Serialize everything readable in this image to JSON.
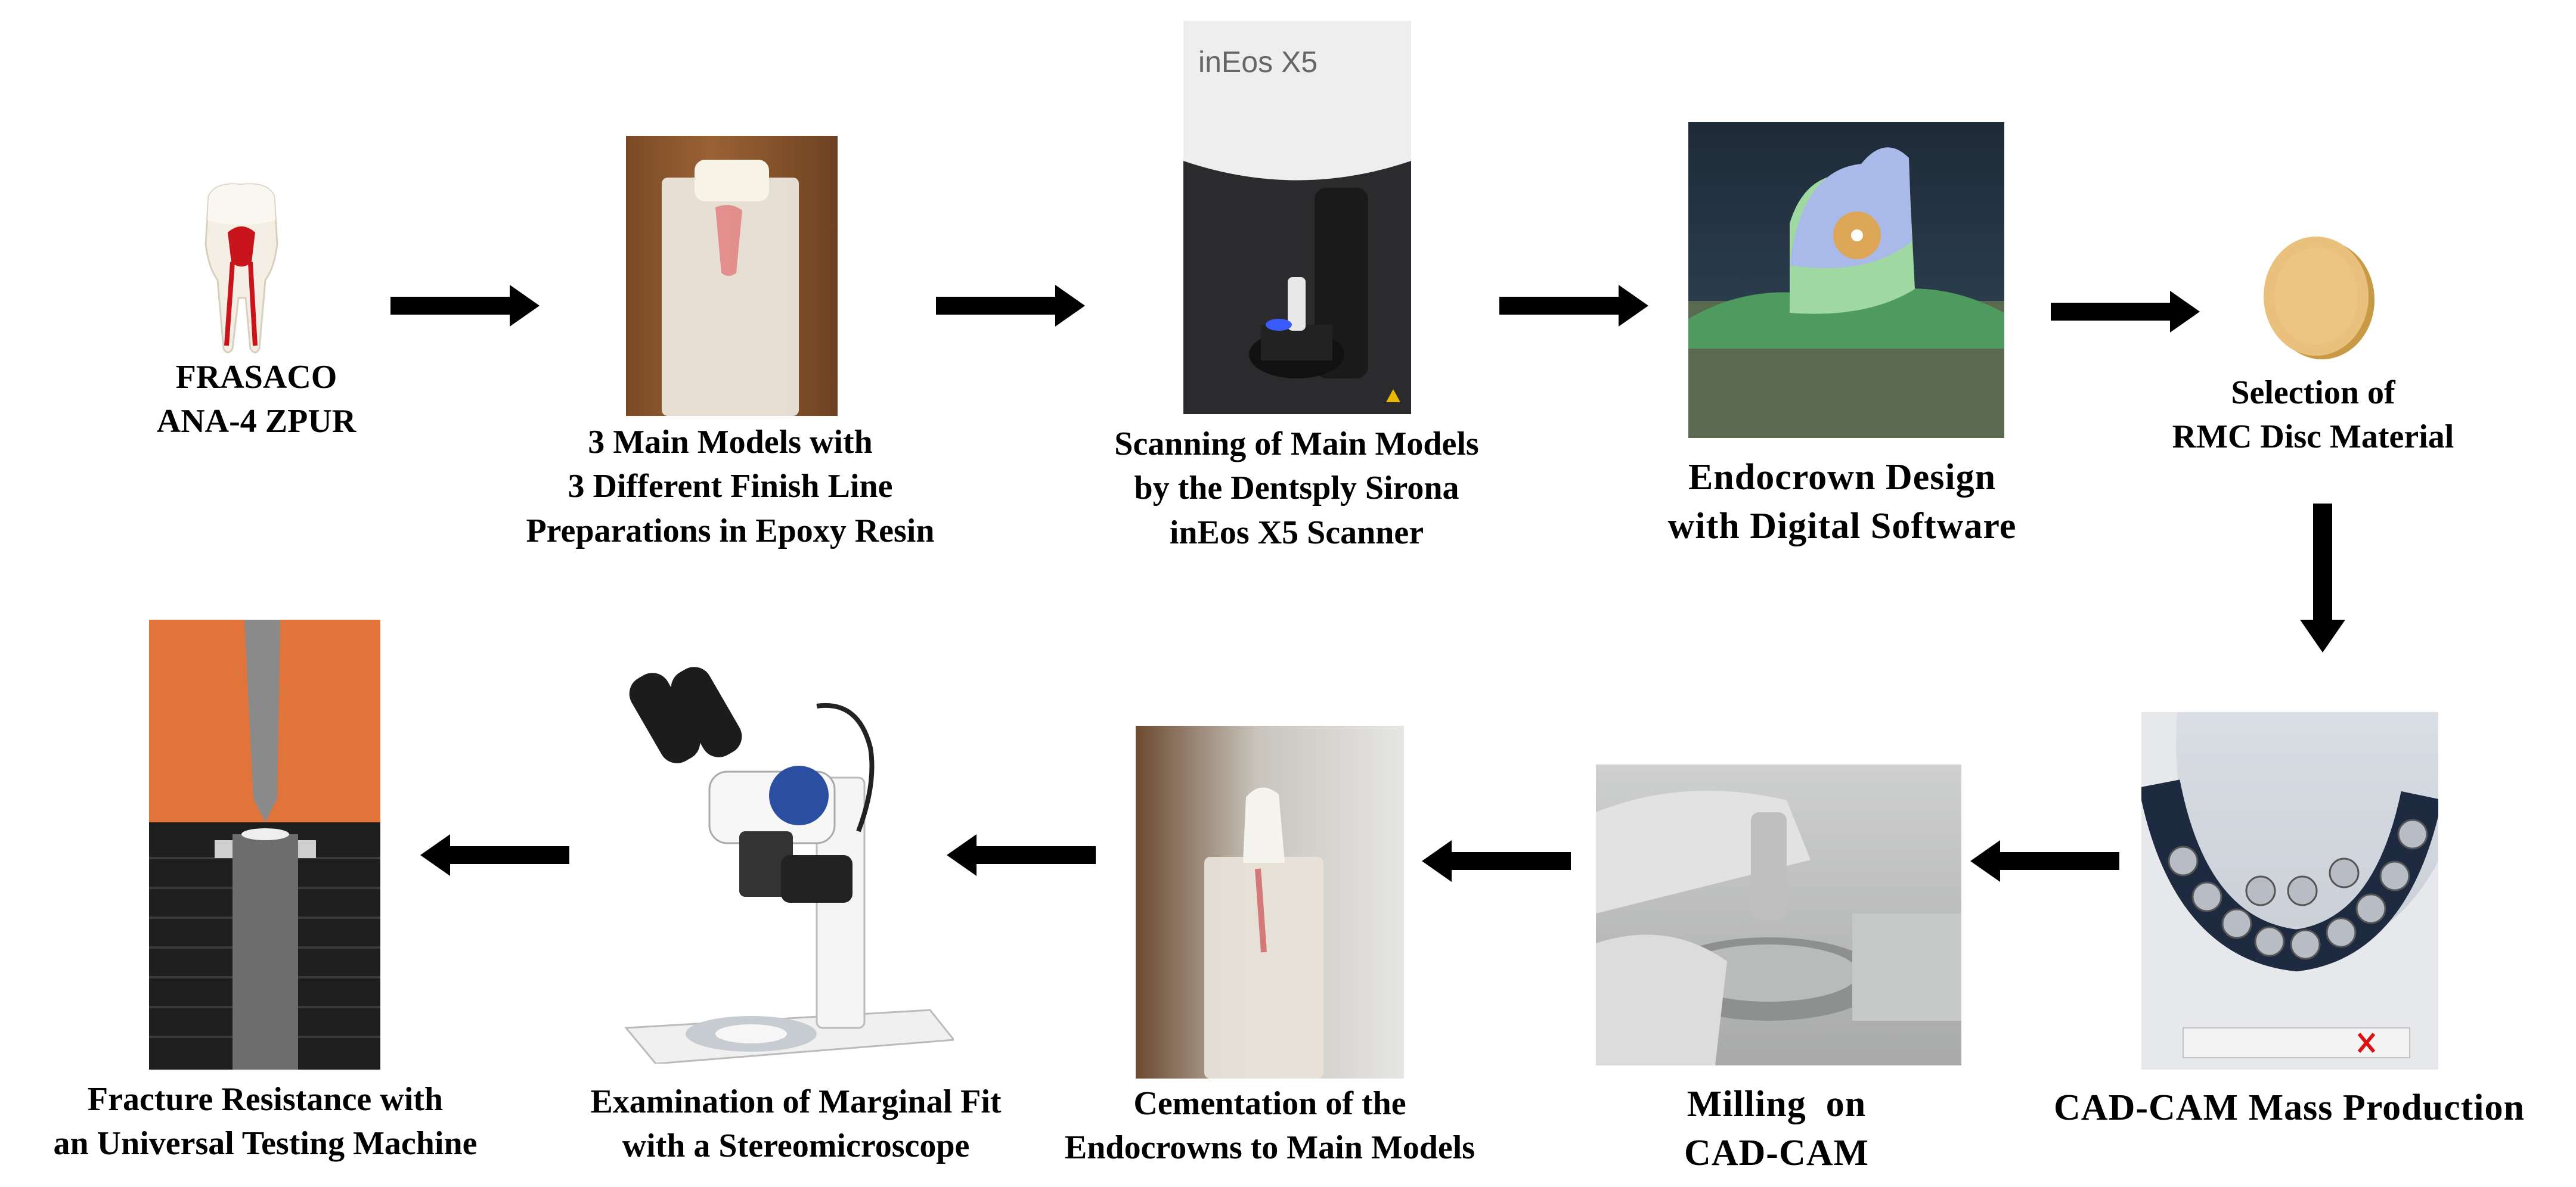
{
  "steps": [
    {
      "id": "tooth",
      "lines": [
        "FRASACO",
        "ANA-4 ZPUR"
      ]
    },
    {
      "id": "main-models",
      "lines": [
        "3 Main Models with",
        "3 Different Finish Line",
        "Preparations in Epoxy Resin"
      ]
    },
    {
      "id": "scanning",
      "lines": [
        "Scanning of Main Models",
        "by the Dentsply Sirona",
        "inEos X5 Scanner"
      ]
    },
    {
      "id": "design",
      "lines": [
        "Endocrown Design",
        "with Digital Software"
      ]
    },
    {
      "id": "disc",
      "lines": [
        "Selection of",
        "RMC Disc Material"
      ]
    },
    {
      "id": "mass-production",
      "lines": [
        "CAD-CAM Mass Production"
      ]
    },
    {
      "id": "milling",
      "lines": [
        "Milling  on",
        "CAD-CAM"
      ]
    },
    {
      "id": "cementation",
      "lines": [
        "Cementation of the",
        "Endocrowns to Main Models"
      ]
    },
    {
      "id": "marginal-fit",
      "lines": [
        "Examination of Marginal Fit",
        "with a Stereomicroscope"
      ]
    },
    {
      "id": "fracture",
      "lines": [
        "Fracture Resistance with",
        "an Universal Testing Machine"
      ]
    }
  ],
  "scanner_brand": "inEos X5",
  "colors": {
    "arrow": "#000000",
    "text": "#000000",
    "background": "#ffffff"
  }
}
